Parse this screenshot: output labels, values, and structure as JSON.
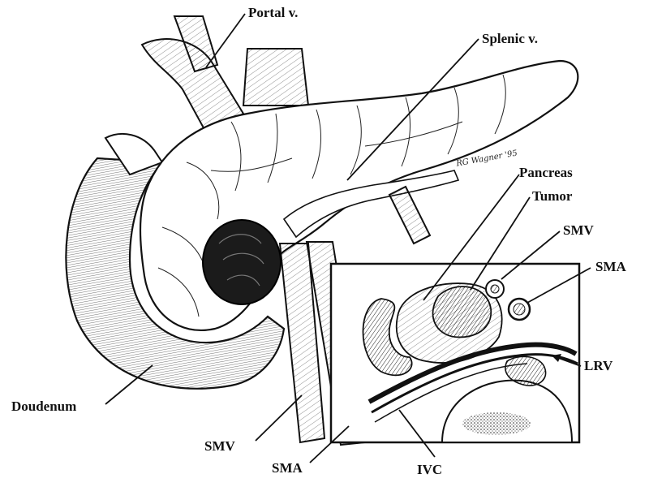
{
  "labels": {
    "portal_v": "Portal v.",
    "splenic_v": "Splenic v.",
    "pancreas": "Pancreas",
    "tumor": "Tumor",
    "smv_inset": "SMV",
    "sma_inset": "SMA",
    "lrv": "LRV",
    "doudenum": "Doudenum",
    "smv": "SMV",
    "sma": "SMA",
    "ivc": "IVC"
  },
  "signature": "RG Wagner '95",
  "colors": {
    "ink": "#111111",
    "paper": "#ffffff"
  }
}
